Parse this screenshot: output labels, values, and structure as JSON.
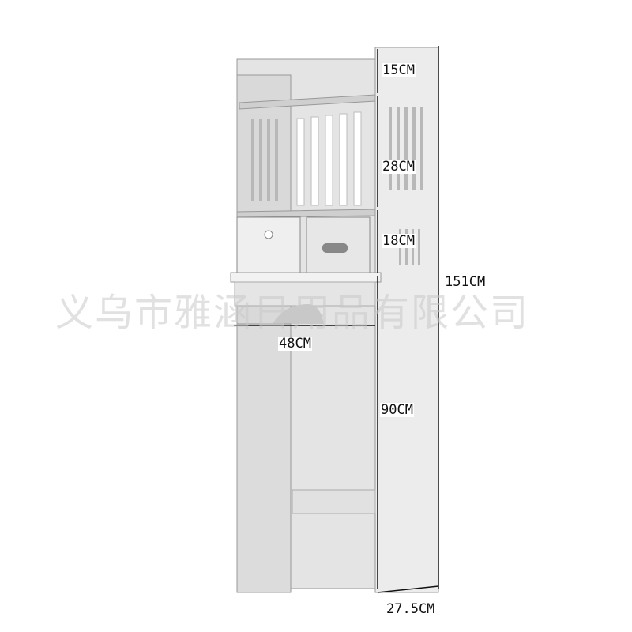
{
  "dimensions": {
    "top_section": "15CM",
    "middle_section": "28CM",
    "drawer_section": "18CM",
    "total_height": "151CM",
    "width": "48CM",
    "leg_height": "90CM",
    "depth": "27.5CM"
  },
  "watermark": "义乌市雅涵日用品有限公司",
  "colors": {
    "cabinet": "#e9e9e9",
    "shadow": "#bdbdbd",
    "line": "#111111"
  }
}
